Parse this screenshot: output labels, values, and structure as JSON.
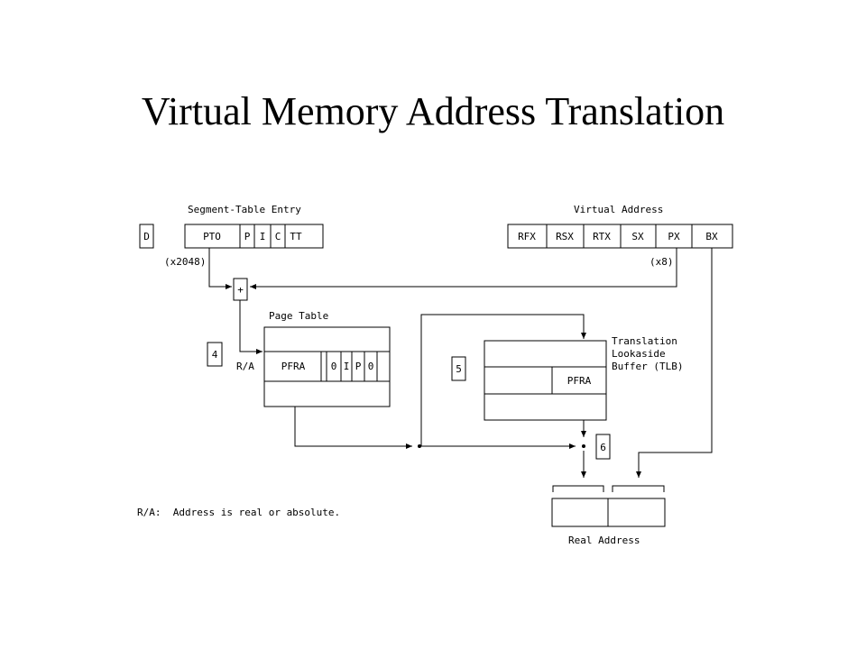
{
  "title": "Virtual Memory Address Translation",
  "segment_table": {
    "heading": "Segment-Table Entry",
    "fields": [
      "PTO",
      "P",
      "I",
      "C",
      "TT"
    ],
    "d_label": "D",
    "multiplier": "(x2048)"
  },
  "virtual_address": {
    "heading": "Virtual Address",
    "fields": [
      "RFX",
      "RSX",
      "RTX",
      "SX",
      "PX",
      "BX"
    ],
    "multiplier": "(x8)"
  },
  "adder_label": "+",
  "page_table": {
    "heading": "Page Table",
    "step": "4",
    "ra_label": "R/A",
    "entry_fields": [
      "PFRA",
      "0",
      "I",
      "P",
      "0"
    ]
  },
  "tlb": {
    "heading_lines": [
      "Translation",
      "Lookaside",
      "Buffer (TLB)"
    ],
    "step": "5",
    "entry_field": "PFRA"
  },
  "real_address": {
    "label": "Real Address",
    "step": "6"
  },
  "footnote": "R/A:  Address is real or absolute."
}
